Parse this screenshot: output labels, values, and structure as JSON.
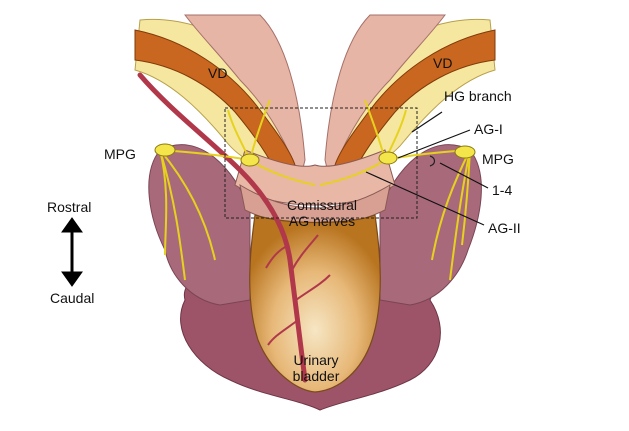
{
  "labels": {
    "vd_left": "VD",
    "vd_right": "VD",
    "hg_branch": "HG branch",
    "ag_i": "AG-I",
    "mpg_left": "MPG",
    "mpg_right": "MPG",
    "one_to_four": "1-4",
    "ag_ii": "AG-II",
    "comissural_line1": "Comissural",
    "comissural_line2": "AG nerves",
    "bladder_line1": "Urinary",
    "bladder_line2": "bladder",
    "rostral": "Rostral",
    "caudal": "Caudal"
  },
  "colors": {
    "vas_deferens": "#c9661f",
    "fat": "#f6e7a0",
    "pink_tissue": "#e6b5a5",
    "prostate_mauve": "#a86a7a",
    "seminal": "#9c4f66",
    "bladder_light": "#f3d9a8",
    "bladder_dark": "#c98a3e",
    "artery": "#b0384a",
    "nerve": "#f2e32a"
  }
}
